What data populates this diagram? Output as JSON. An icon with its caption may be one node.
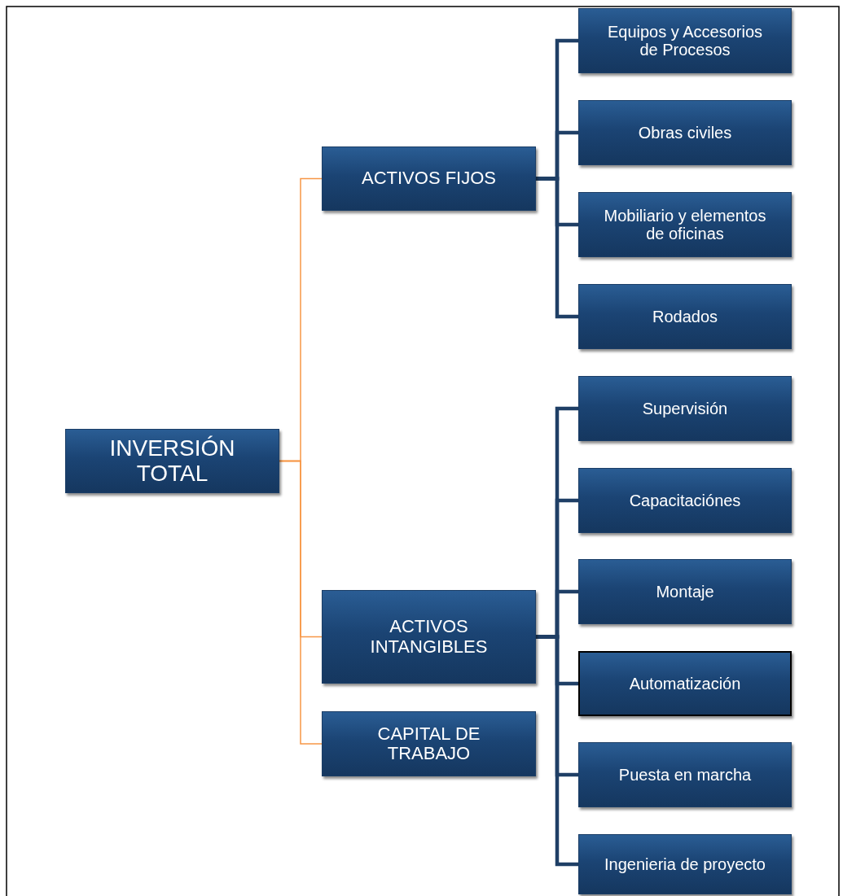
{
  "diagram": {
    "nodes": [
      {
        "text": [
          "INVERSIÓN TOTAL"
        ]
      },
      {
        "text": [
          "ACTIVOS FIJOS"
        ]
      },
      {
        "text": [
          "ACTIVOS INTANGIBLES"
        ]
      },
      {
        "text": [
          "CAPITAL DE TRABAJO"
        ]
      },
      {
        "text": [
          "Equipos y Accesorios de Procesos"
        ]
      },
      {
        "text": [
          "Obras civiles"
        ]
      },
      {
        "text": [
          "Mobiliario y elementos de oficinas"
        ]
      },
      {
        "text": [
          "Rodados"
        ]
      },
      {
        "text": [
          "Supervisión"
        ]
      },
      {
        "text": [
          "Capacitaciónes"
        ]
      },
      {
        "text": [
          "Montaje"
        ]
      },
      {
        "text": [
          "Automatización"
        ]
      },
      {
        "text": [
          "Puesta en marcha"
        ]
      },
      {
        "text": [
          "Ingenieria de proyecto"
        ]
      }
    ],
    "edges": [
      {
        "from": 0,
        "to": 1,
        "arrow": "none",
        "color": "#f79646"
      },
      {
        "from": 0,
        "to": 2,
        "arrow": "none",
        "color": "#f79646"
      },
      {
        "from": 0,
        "to": 3,
        "arrow": "none",
        "color": "#f79646"
      },
      {
        "from": 1,
        "to": 4,
        "arrow": "none"
      },
      {
        "from": 1,
        "to": 5,
        "arrow": "none"
      },
      {
        "from": 1,
        "to": 6,
        "arrow": "none"
      },
      {
        "from": 1,
        "to": 7,
        "arrow": "none"
      },
      {
        "from": 2,
        "to": 8,
        "arrow": "none"
      },
      {
        "from": 2,
        "to": 9,
        "arrow": "none"
      },
      {
        "from": 2,
        "to": 10,
        "arrow": "none"
      },
      {
        "from": 2,
        "to": 11,
        "arrow": "none"
      },
      {
        "from": 2,
        "to": 12,
        "arrow": "none"
      },
      {
        "from": 2,
        "to": 13,
        "arrow": "none"
      }
    ]
  }
}
